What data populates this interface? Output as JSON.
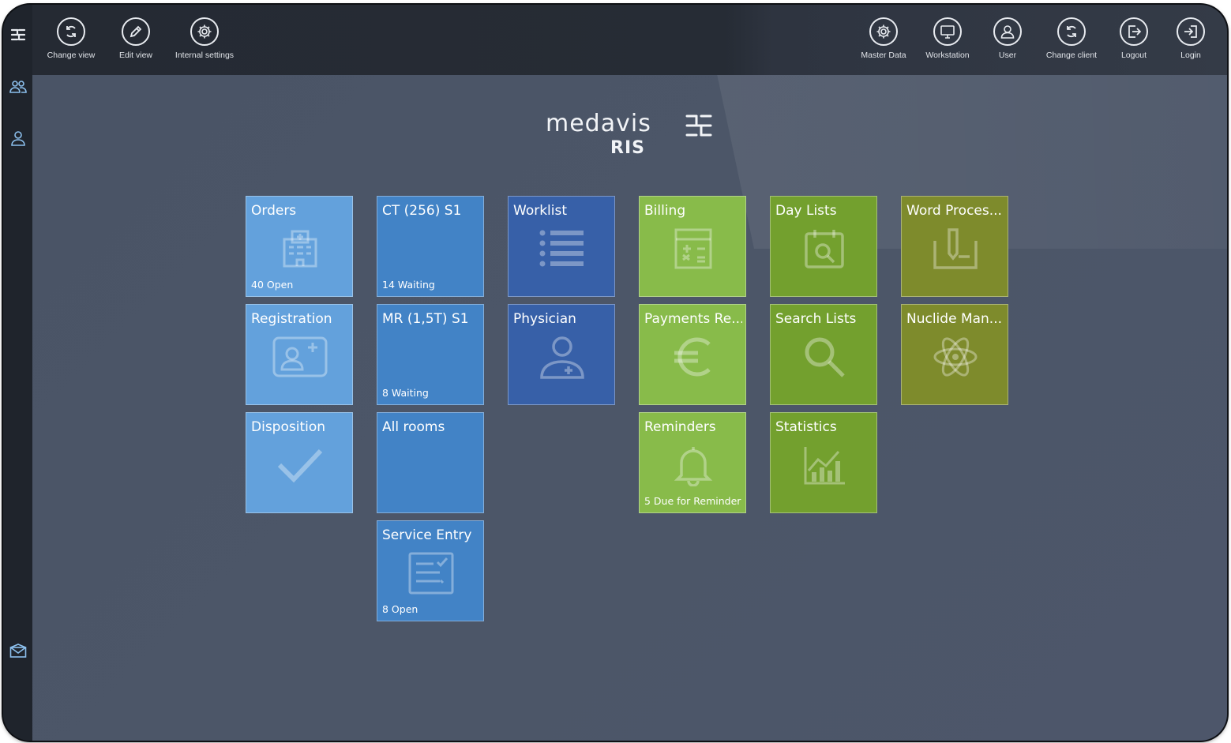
{
  "toolbar": {
    "left": [
      {
        "label": "Change view",
        "icon": "refresh-icon"
      },
      {
        "label": "Edit view",
        "icon": "pencil-icon"
      },
      {
        "label": "Internal settings",
        "icon": "gear-icon"
      }
    ],
    "right": [
      {
        "label": "Master Data",
        "icon": "gear-icon"
      },
      {
        "label": "Workstation",
        "icon": "monitor-icon"
      },
      {
        "label": "User",
        "icon": "user-icon"
      },
      {
        "label": "Change client",
        "icon": "refresh-icon"
      },
      {
        "label": "Logout",
        "icon": "logout-icon"
      },
      {
        "label": "Login",
        "icon": "login-icon"
      }
    ]
  },
  "logo": {
    "word": "medavis",
    "product": "RIS"
  },
  "tiles": [
    {
      "title": "Orders",
      "sub": "40 Open",
      "icon": "hospital-icon",
      "color": "#63a1dc"
    },
    {
      "title": "Registration",
      "sub": "",
      "icon": "id-card-icon",
      "color": "#63a1dc"
    },
    {
      "title": "Disposition",
      "sub": "",
      "icon": "checkmark-icon",
      "color": "#63a1dc"
    },
    {
      "title": "CT (256) S1",
      "sub": "14 Waiting",
      "icon": "",
      "color": "#4283c6"
    },
    {
      "title": "MR (1,5T) S1",
      "sub": "8 Waiting",
      "icon": "",
      "color": "#4283c6"
    },
    {
      "title": "All rooms",
      "sub": "",
      "icon": "",
      "color": "#4283c6"
    },
    {
      "title": "Service Entry",
      "sub": "8 Open",
      "icon": "checklist-icon",
      "color": "#4283c6"
    },
    {
      "title": "Worklist",
      "sub": "",
      "icon": "list-icon",
      "color": "#3760a8"
    },
    {
      "title": "Physician",
      "sub": "",
      "icon": "physician-icon",
      "color": "#3760a8"
    },
    {
      "title": "Billing",
      "sub": "",
      "icon": "calculator-icon",
      "color": "#88bb4a"
    },
    {
      "title": "Payments Re...",
      "sub": "",
      "icon": "euro-icon",
      "color": "#88bb4a"
    },
    {
      "title": "Reminders",
      "sub": "5 Due for Reminder",
      "icon": "bell-icon",
      "color": "#88bb4a"
    },
    {
      "title": "Day Lists",
      "sub": "",
      "icon": "calendar-search-icon",
      "color": "#73a02e"
    },
    {
      "title": "Search Lists",
      "sub": "",
      "icon": "search-icon",
      "color": "#73a02e"
    },
    {
      "title": "Statistics",
      "sub": "",
      "icon": "bar-chart-icon",
      "color": "#73a02e"
    },
    {
      "title": "Word Proces...",
      "sub": "",
      "icon": "document-edit-icon",
      "color": "#7e8b2c"
    },
    {
      "title": "Nuclide Man...",
      "sub": "",
      "icon": "atom-icon",
      "color": "#7e8b2c"
    }
  ]
}
